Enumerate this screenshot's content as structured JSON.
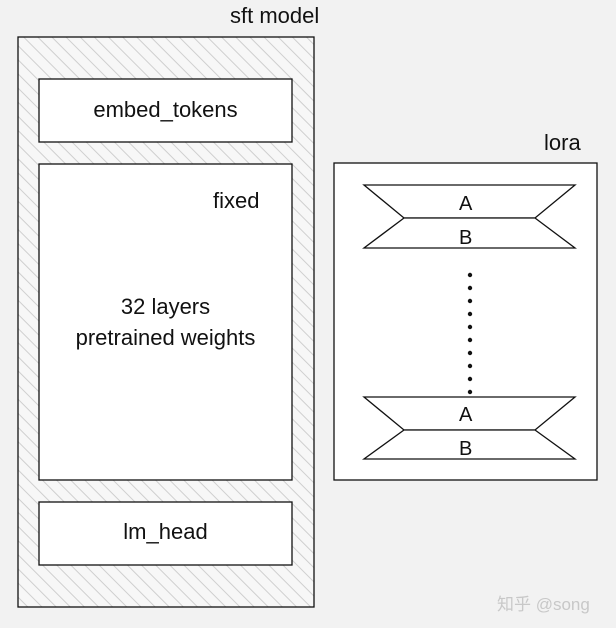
{
  "sft_model": {
    "title": "sft model",
    "embed_label": "embed_tokens",
    "layers": {
      "fixed_label": "fixed",
      "line1": "32 layers",
      "line2": "pretrained weights"
    },
    "head_label": "lm_head"
  },
  "lora": {
    "title": "lora",
    "top_adapter": {
      "a": "A",
      "b": "B"
    },
    "bottom_adapter": {
      "a": "A",
      "b": "B"
    },
    "ellipsis_dots": 10
  },
  "watermark": "知乎 @song",
  "colors": {
    "background": "#f2f2f2",
    "stroke": "#111111",
    "hatch": "#cfcfcf",
    "box_fill": "#ffffff"
  }
}
